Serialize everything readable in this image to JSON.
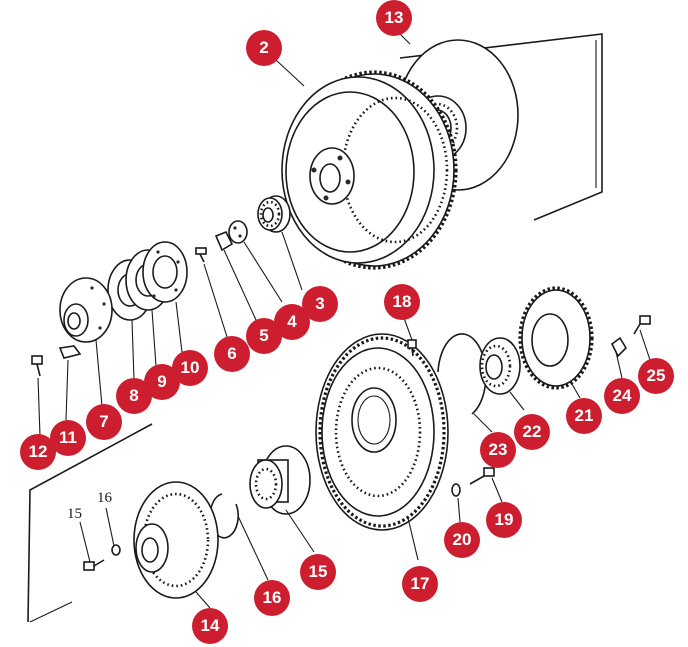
{
  "diagram": {
    "callouts": [
      "13",
      "2",
      "18",
      "3",
      "4",
      "5",
      "6",
      "10",
      "9",
      "8",
      "7",
      "11",
      "12",
      "25",
      "24",
      "21",
      "22",
      "23",
      "19",
      "20",
      "17",
      "15",
      "16",
      "14"
    ],
    "plain_labels": [
      "15",
      "16"
    ],
    "badge_color": "#cc1e2e"
  }
}
